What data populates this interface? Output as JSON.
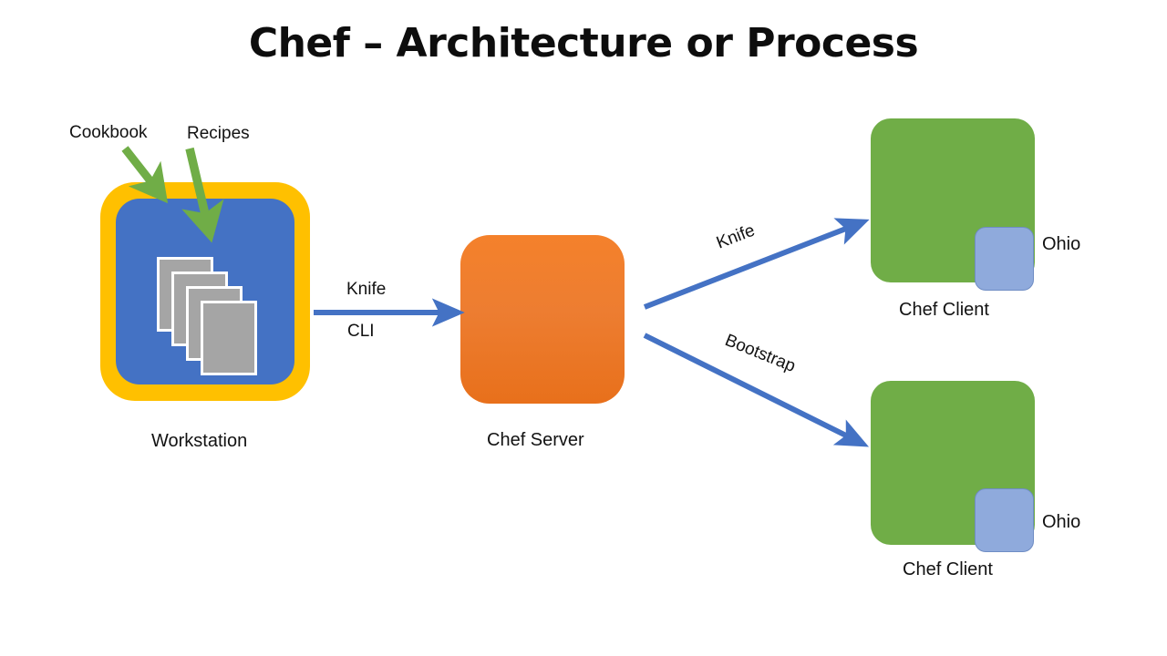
{
  "slide": {
    "title": "Chef – Architecture or Process",
    "background": "#FFFFFF"
  },
  "palette": {
    "title_text": "#0D0D0D",
    "body_text": "#121212",
    "workstation_outer": "#FFC000",
    "workstation_inner": "#4472C4",
    "document_card": "#A5A5A5",
    "document_card_border": "#FFFFFF",
    "chef_server": "#ED7D31",
    "chef_client": "#70AD47",
    "ohio_node": "#8FAADC",
    "blue_arrow": "#4472C4",
    "green_arrow": "#70AD47"
  },
  "workstation": {
    "caption": "Workstation",
    "inputs": [
      {
        "label": "Cookbook",
        "icon": "green-down-arrow-icon"
      },
      {
        "label": "Recipes",
        "icon": "green-down-arrow-icon"
      }
    ],
    "documents_count": 4,
    "document_icon": "stacked-documents-icon"
  },
  "chef_server": {
    "caption": "Chef Server"
  },
  "chef_clients": [
    {
      "caption": "Chef Client",
      "node_label": "Ohio",
      "position": "top"
    },
    {
      "caption": "Chef Client",
      "node_label": "Ohio",
      "position": "bottom"
    }
  ],
  "connections": [
    {
      "from": "workstation",
      "to": "chef_server",
      "label_line_1": "Knife",
      "label_line_2": "CLI",
      "direction": "right",
      "icon": "right-arrow-icon"
    },
    {
      "from": "chef_server",
      "to": "chef_client_top",
      "label": "Knife",
      "direction": "up-right",
      "icon": "diagonal-arrow-icon"
    },
    {
      "from": "chef_server",
      "to": "chef_client_bottom",
      "label": "Bootstrap",
      "direction": "down-right",
      "icon": "diagonal-arrow-icon"
    }
  ]
}
